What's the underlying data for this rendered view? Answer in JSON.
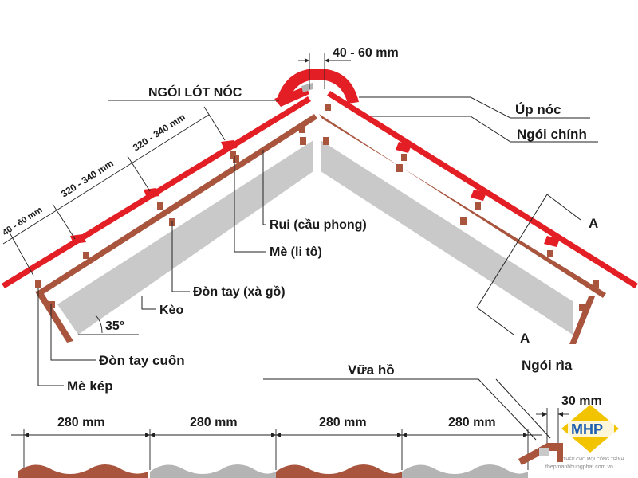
{
  "labels": {
    "ridge_gap": "40 - 60 mm",
    "ridge_underlay_tile": "NGÓI LÓT NÓC",
    "ridge_cap": "Úp nóc",
    "main_tile": "Ngói chính",
    "section_marker_top": "A",
    "section_marker_bottom": "A",
    "rafter": "Rui (cầu phong)",
    "batten": "Mè (li tô)",
    "purlin": "Đòn tay (xà gồ)",
    "truss": "Kèo",
    "roof_angle": "35°",
    "eave_purlin": "Đòn tay cuốn",
    "double_batten": "Mè kép",
    "mortar": "Vữa hồ",
    "edge_tile": "Ngói rìa",
    "edge_offset": "30 mm",
    "slope_dim_1": "320 - 340 mm",
    "slope_dim_2": "320 - 340 mm",
    "slope_dim_eave": "40 - 60 mm",
    "tile_spacing": [
      "280 mm",
      "280 mm",
      "280 mm",
      "280 mm"
    ]
  },
  "logo": {
    "text": "MHP",
    "tagline": "THÉP CHO MỌI CÔNG TRÌNH",
    "website": "thepmanhhungphat.com.vn"
  },
  "colors": {
    "tile_red": "#e31e25",
    "rafter_brown": "#a9553e",
    "truss_gray": "#c9c9c9",
    "tile_gray": "#b4b4b4",
    "logo_yellow": "#f2c400",
    "logo_blue": "#1f5fb0"
  }
}
